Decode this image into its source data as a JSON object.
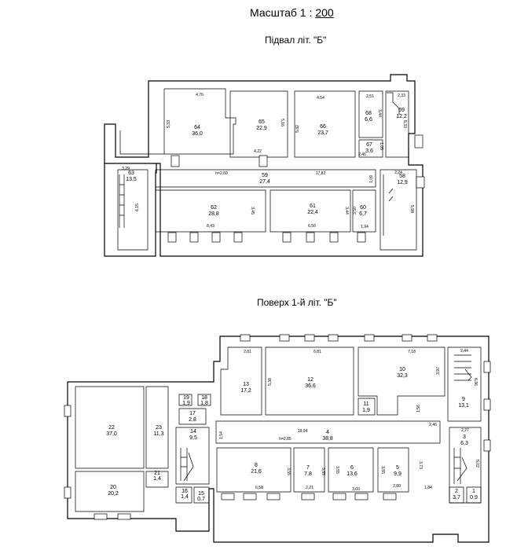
{
  "header": {
    "scale_label": "Масштаб  1 :",
    "scale_value": "200",
    "basement_title": "Підвал літ. \"Б\"",
    "floor1_title": "Поверх 1-й літ. \"Б\""
  },
  "basement": {
    "rooms": [
      {
        "num": "64",
        "area": "36,0"
      },
      {
        "num": "65",
        "area": "22,9"
      },
      {
        "num": "66",
        "area": "23,7"
      },
      {
        "num": "68",
        "area": "6,6"
      },
      {
        "num": "69",
        "area": "12,2"
      },
      {
        "num": "67",
        "area": "3,6"
      },
      {
        "num": "63",
        "area": "13,5"
      },
      {
        "num": "59",
        "area": "27,4"
      },
      {
        "num": "58",
        "area": "12,9"
      },
      {
        "num": "62",
        "area": "28,8"
      },
      {
        "num": "61",
        "area": "22,4"
      },
      {
        "num": "60",
        "area": "6,7"
      }
    ],
    "dims": [
      "4,76",
      "5,33",
      "5,16",
      "4,22",
      "4,54",
      "5,32",
      "2,51",
      "3,44",
      "2,33",
      "5,33",
      "1,05",
      "2,46",
      "3,29",
      "h=2,60",
      "17,82",
      "1,09",
      "2,24",
      "6,15",
      "3,45",
      "8,43",
      "6,56",
      "3,44",
      "3,50",
      "1,94",
      "5,98"
    ]
  },
  "floor1": {
    "rooms": [
      {
        "num": "13",
        "area": "17,2"
      },
      {
        "num": "12",
        "area": "36,6"
      },
      {
        "num": "10",
        "area": "32,3"
      },
      {
        "num": "11",
        "area": "1,9"
      },
      {
        "num": "9",
        "area": "13,1"
      },
      {
        "num": "22",
        "area": "37,0"
      },
      {
        "num": "23",
        "area": "11,3"
      },
      {
        "num": "19",
        "area": "1,9"
      },
      {
        "num": "18",
        "area": "1,8"
      },
      {
        "num": "17",
        "area": "2,8"
      },
      {
        "num": "14",
        "area": "9,5"
      },
      {
        "num": "4",
        "area": "38,8"
      },
      {
        "num": "3",
        "area": "6,3"
      },
      {
        "num": "21",
        "area": "1,4"
      },
      {
        "num": "20",
        "area": "20,2"
      },
      {
        "num": "8",
        "area": "21,6"
      },
      {
        "num": "7",
        "area": "7,8"
      },
      {
        "num": "6",
        "area": "13,6"
      },
      {
        "num": "5",
        "area": "9,9"
      },
      {
        "num": "16",
        "area": "1,4"
      },
      {
        "num": "15",
        "area": "0,7"
      },
      {
        "num": "2",
        "area": "3,7"
      },
      {
        "num": "1",
        "area": "0,9"
      }
    ],
    "dims": [
      "2,81",
      "6,81",
      "7,18",
      "2,44",
      "5,38",
      "3,97",
      "6,36",
      "1,56",
      "1,54",
      "h=2,85",
      "18,04",
      "2,46",
      "2,27",
      "5,02",
      "3,55",
      "3,55",
      "3,55",
      "3,55",
      "3,73",
      "6,58",
      "2,21",
      "3,60",
      "2,80",
      "1,84"
    ]
  }
}
